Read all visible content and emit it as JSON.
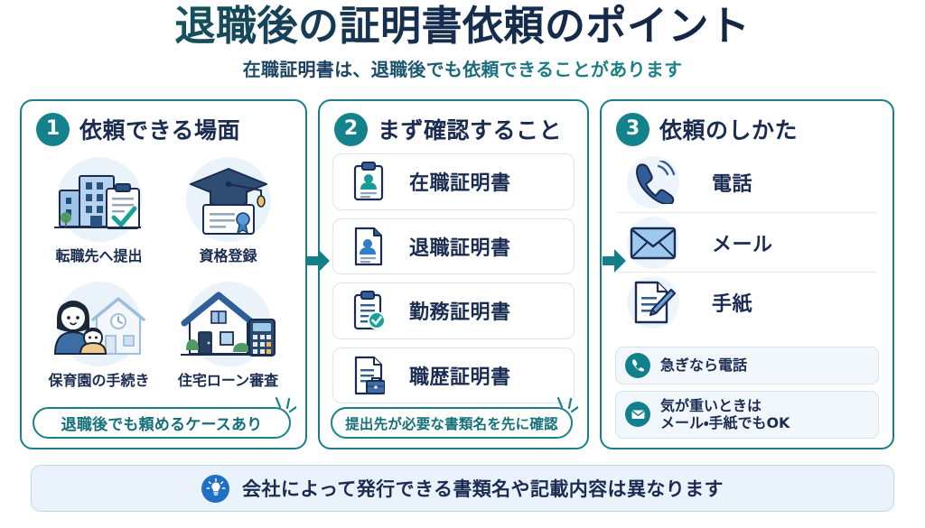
{
  "header": {
    "title": "退職後の証明書依頼のポイント",
    "subtitle": "在職証明書は、退職後でも依頼できることがあります"
  },
  "colors": {
    "teal": "#14828c",
    "navy": "#1b2c52",
    "accent_blue": "#1f6fc4",
    "card_border": "#1a7f88",
    "tip_bg": "#f2f7fc",
    "banner_bg": "#eaf3fb"
  },
  "cards": [
    {
      "number": "1",
      "title": "依頼できる場面",
      "items": [
        {
          "label": "転職先へ提出",
          "icon": "office-building-clipboard-check-icon"
        },
        {
          "label": "資格登録",
          "icon": "graduation-cap-certificate-icon"
        },
        {
          "label": "保育園の手続き",
          "icon": "parent-and-child-house-icon"
        },
        {
          "label": "住宅ローン審査",
          "icon": "house-calculator-icon"
        }
      ],
      "footer": "退職後でも頼めるケースあり"
    },
    {
      "number": "2",
      "title": "まず確認すること",
      "items": [
        {
          "label": "在職証明書",
          "icon": "clipboard-person-icon"
        },
        {
          "label": "退職証明書",
          "icon": "document-person-icon"
        },
        {
          "label": "勤務証明書",
          "icon": "clipboard-check-icon"
        },
        {
          "label": "職歴証明書",
          "icon": "document-briefcase-icon"
        }
      ],
      "footer": "提出先が必要な書類名を先に確認"
    },
    {
      "number": "3",
      "title": "依頼のしかた",
      "items": [
        {
          "label": "電話",
          "icon": "phone-ringing-icon"
        },
        {
          "label": "メール",
          "icon": "envelope-icon"
        },
        {
          "label": "手紙",
          "icon": "document-pencil-icon"
        }
      ],
      "tips": [
        {
          "text": "急ぎなら電話",
          "icon": "phone-circle-icon"
        },
        {
          "text": "気が重いときは\nメール・手紙でもOK",
          "icon": "mail-circle-icon"
        }
      ]
    }
  ],
  "flow": {
    "arrow_1": "flow-arrow-right",
    "arrow_2": "flow-arrow-right"
  },
  "banner": {
    "icon": "lightbulb-icon",
    "text": "会社によって発行できる書類名や記載内容は異なります"
  }
}
